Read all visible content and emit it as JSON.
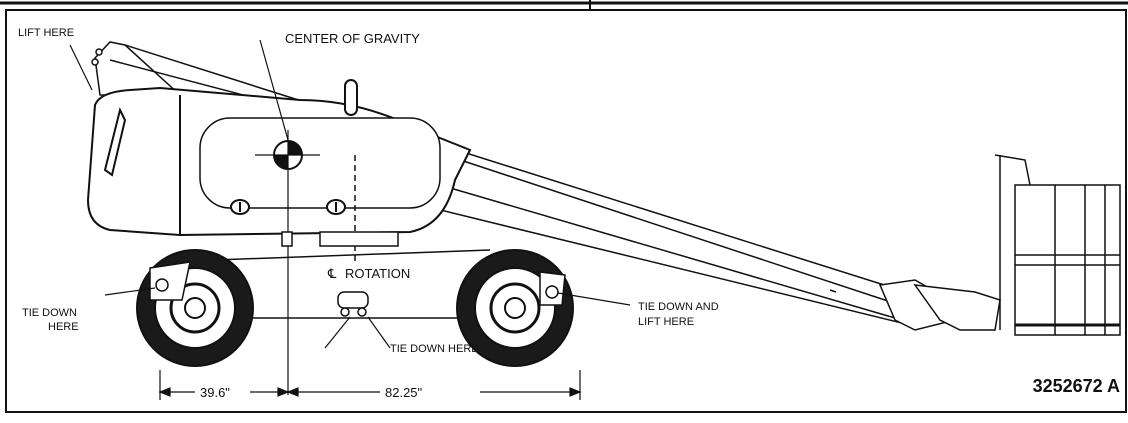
{
  "labels": {
    "lift_here": "LIFT HERE",
    "center_of_gravity": "CENTER OF GRAVITY",
    "rotation": "ROTATION",
    "tie_down_left_1": "TIE DOWN",
    "tie_down_left_2": "HERE",
    "tie_down_center": "TIE DOWN HERE",
    "tie_down_lift_1": "TIE DOWN AND",
    "tie_down_lift_2": "LIFT HERE",
    "dim_rear": "39.6\"",
    "dim_front": "82.25\"",
    "drawing_number": "3252672 A"
  },
  "colors": {
    "line": "#111111",
    "tire": "#1a1a1a",
    "paper": "#ffffff"
  }
}
